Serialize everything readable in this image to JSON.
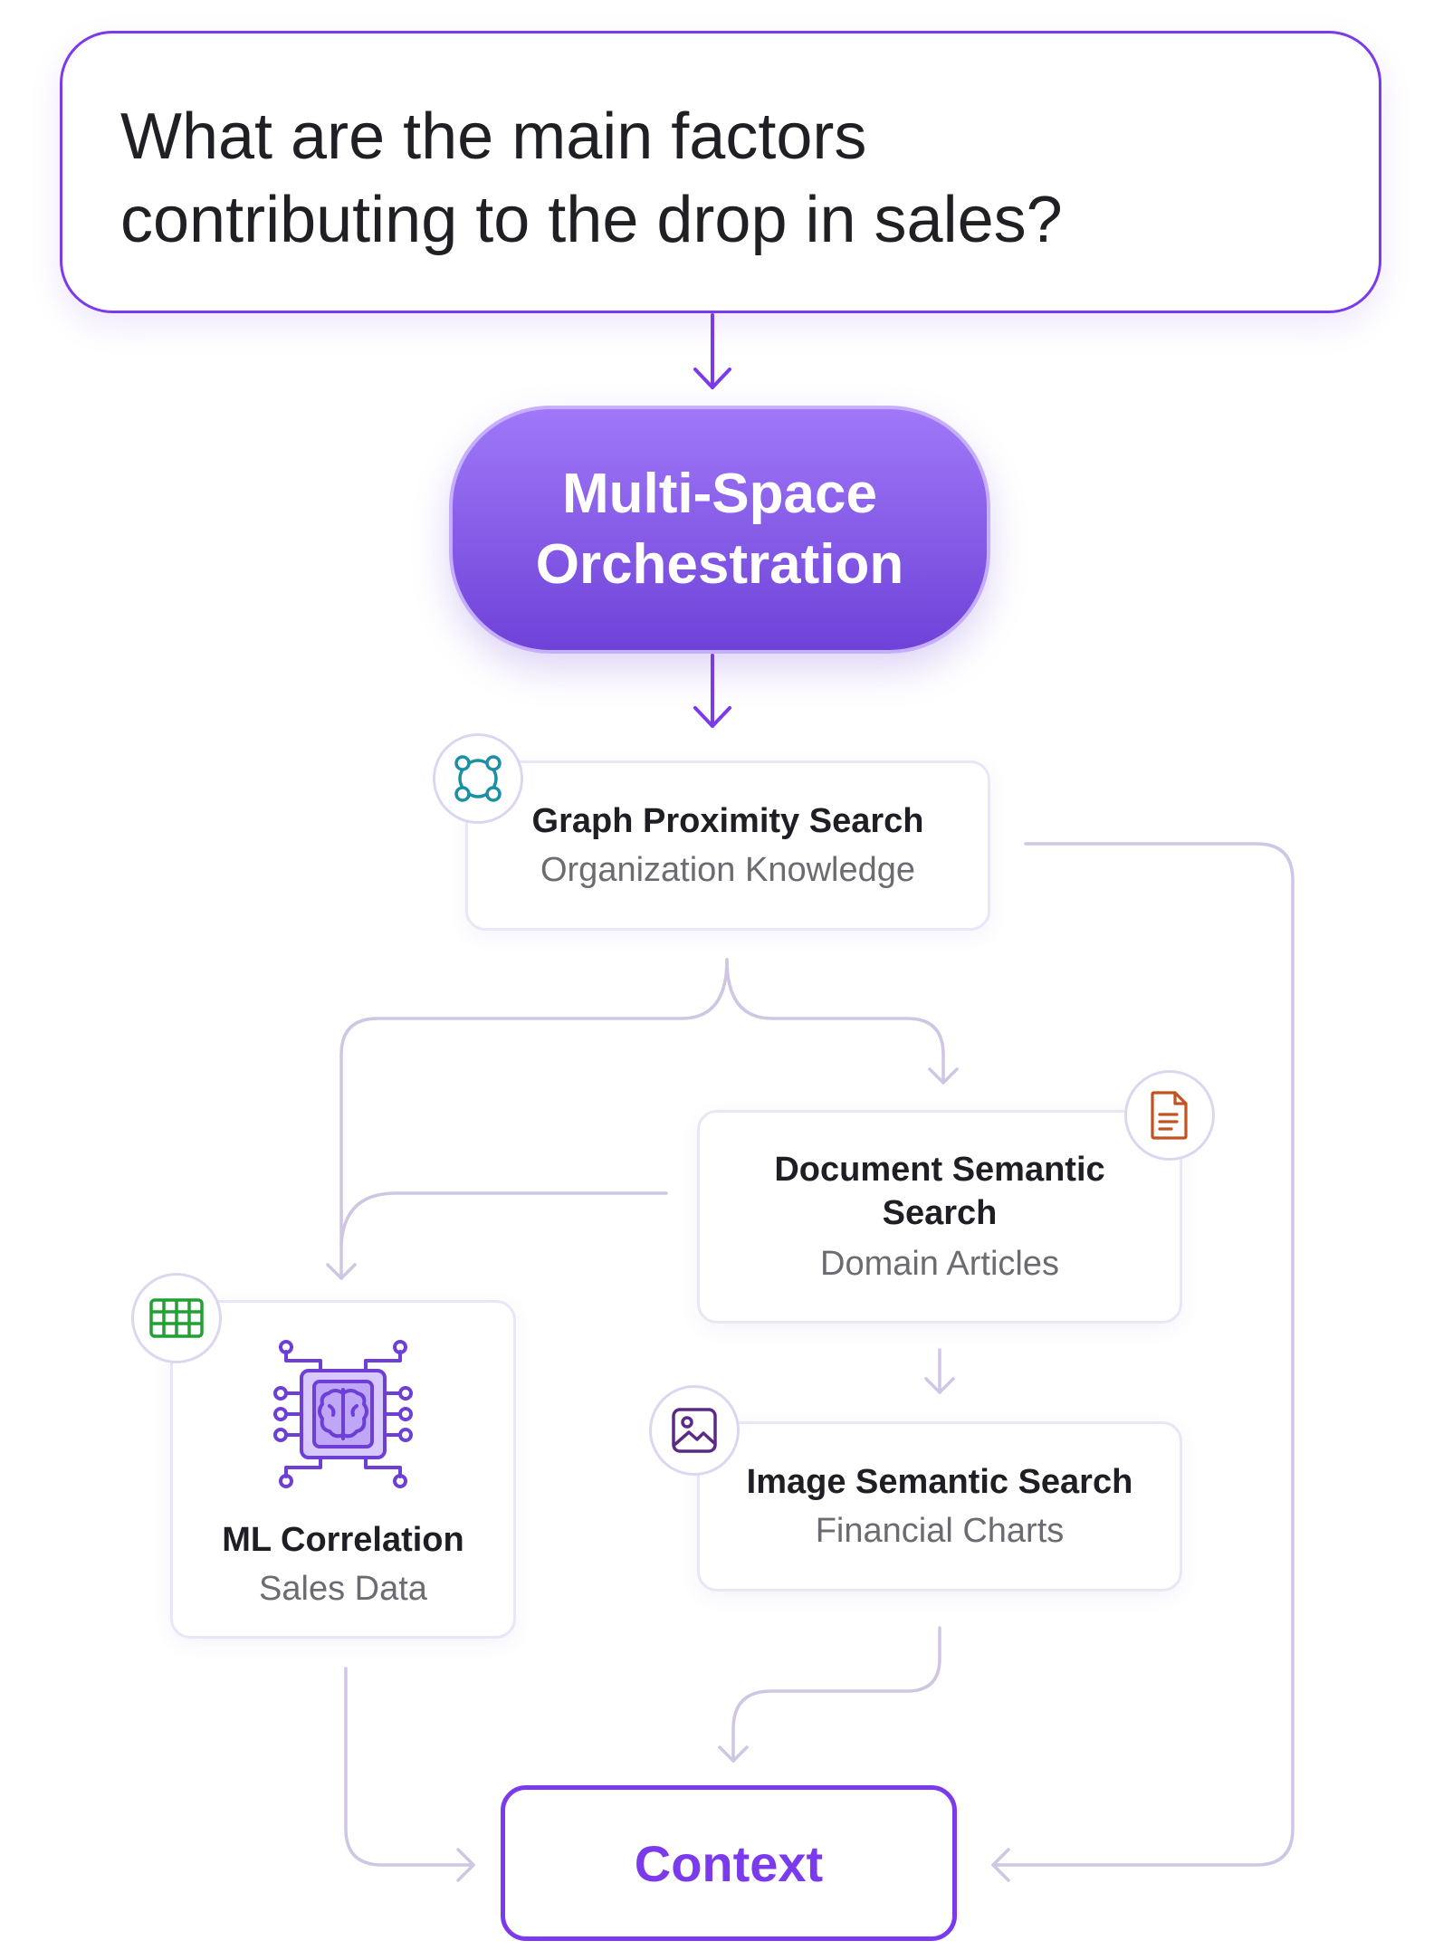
{
  "question": {
    "text_line1": "What are the main factors",
    "text_line2": "contributing to the drop in sales?"
  },
  "orchestration": {
    "line1": "Multi-Space",
    "line2": "Orchestration"
  },
  "nodes": {
    "graph": {
      "title": "Graph Proximity Search",
      "subtitle": "Organization Knowledge",
      "icon": "graph-nodes-icon",
      "icon_color": "#1b8fa3"
    },
    "document": {
      "title_line1": "Document Semantic",
      "title_line2": "Search",
      "subtitle": "Domain Articles",
      "icon": "document-icon",
      "icon_color": "#c2521f"
    },
    "image": {
      "title": "Image Semantic Search",
      "subtitle": "Financial Charts",
      "icon": "image-icon",
      "icon_color": "#5b2a86"
    },
    "ml": {
      "title": "ML Correlation",
      "subtitle": "Sales Data",
      "icon": "table-grid-icon",
      "icon_color": "#22a033",
      "illustration": "brain-chip-icon"
    }
  },
  "context": {
    "label": "Context"
  },
  "colors": {
    "accent": "#7c3aed",
    "connector": "#cfc6e4",
    "card_border": "#ebe5f8"
  }
}
